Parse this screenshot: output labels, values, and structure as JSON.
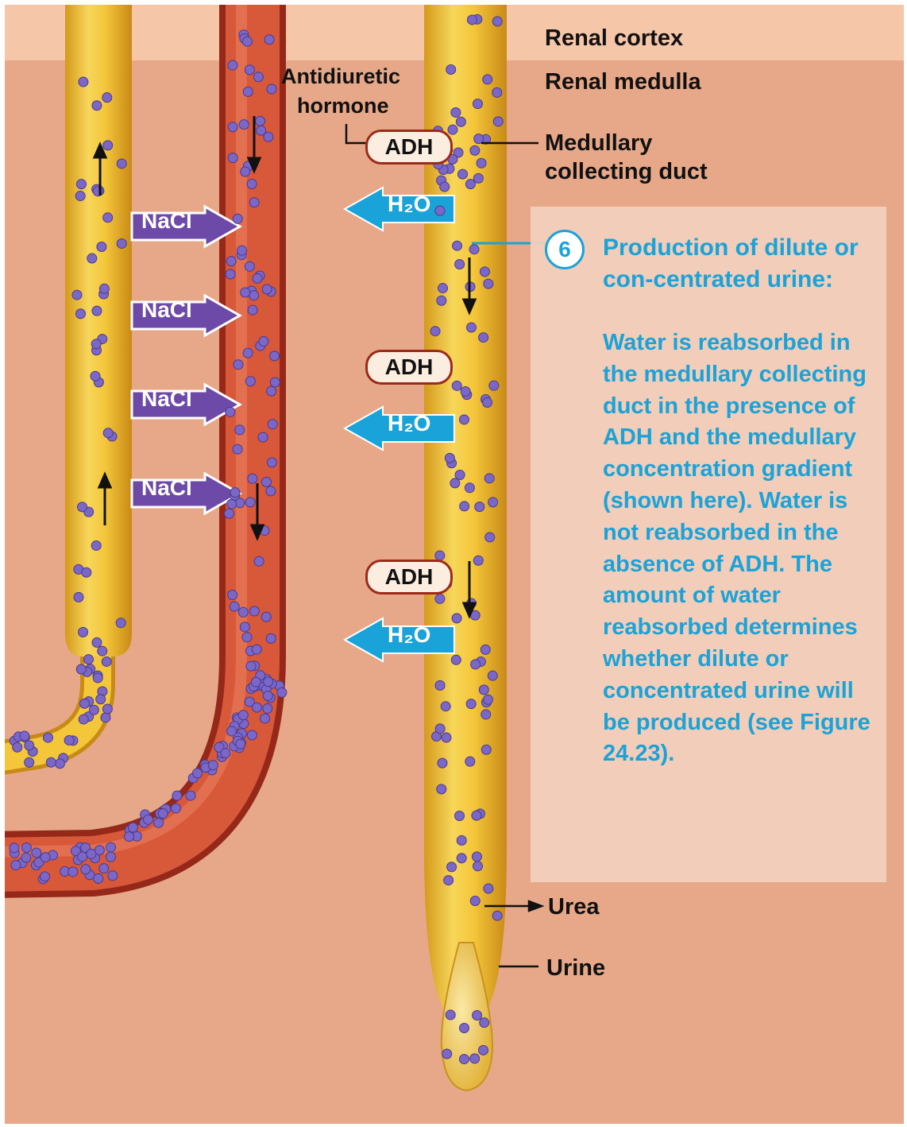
{
  "labels": {
    "renal_cortex": "Renal cortex",
    "renal_medulla": "Renal medulla",
    "antidiuretic_hormone_1": "Antidiuretic",
    "antidiuretic_hormone_2": "hormone",
    "medullary_collecting_duct_1": "Medullary",
    "medullary_collecting_duct_2": "collecting duct",
    "urea": "Urea",
    "urine": "Urine"
  },
  "adh_badges": [
    "ADH",
    "ADH",
    "ADH"
  ],
  "nacl_arrows": [
    "NaCl",
    "NaCl",
    "NaCl",
    "NaCl"
  ],
  "h2o_arrows": [
    "H₂O",
    "H₂O",
    "H₂O"
  ],
  "callout": {
    "step_number": "6",
    "title": "Production of dilute or con-centrated urine:",
    "body": "Water is reabsorbed in the medullary collecting duct in the presence of ADH and the medullary concentration gradient (shown here). Water is not reabsorbed in the absence of ADH. The amount of water reabsorbed determines whether dilute or concentrated urine will be produced (see Figure 24.23)."
  },
  "colors": {
    "cortex": "#f5c6a7",
    "medulla": "#e6a888",
    "tubule": "#f2c232",
    "vessel": "#cf4a2c",
    "nacl_arrow": "#6d4aa8",
    "h2o_arrow": "#1aa3d8",
    "callout_text": "#1aa3d8",
    "solute_dot": "#7a67c8"
  }
}
